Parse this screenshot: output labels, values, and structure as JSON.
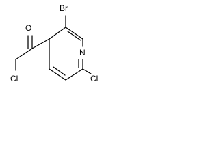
{
  "atoms": {
    "br": "Br",
    "o": "O",
    "n": "N",
    "cl_alkyl": "Cl",
    "cl_ring": "Cl"
  }
}
